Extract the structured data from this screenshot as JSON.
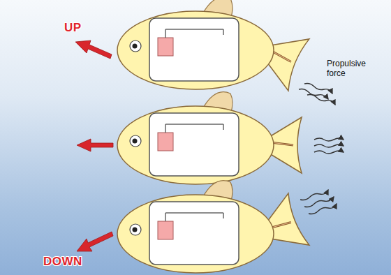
{
  "diagram": {
    "labels": [
      "UP",
      "Propulsive force",
      "DOWN"
    ]
  }
}
